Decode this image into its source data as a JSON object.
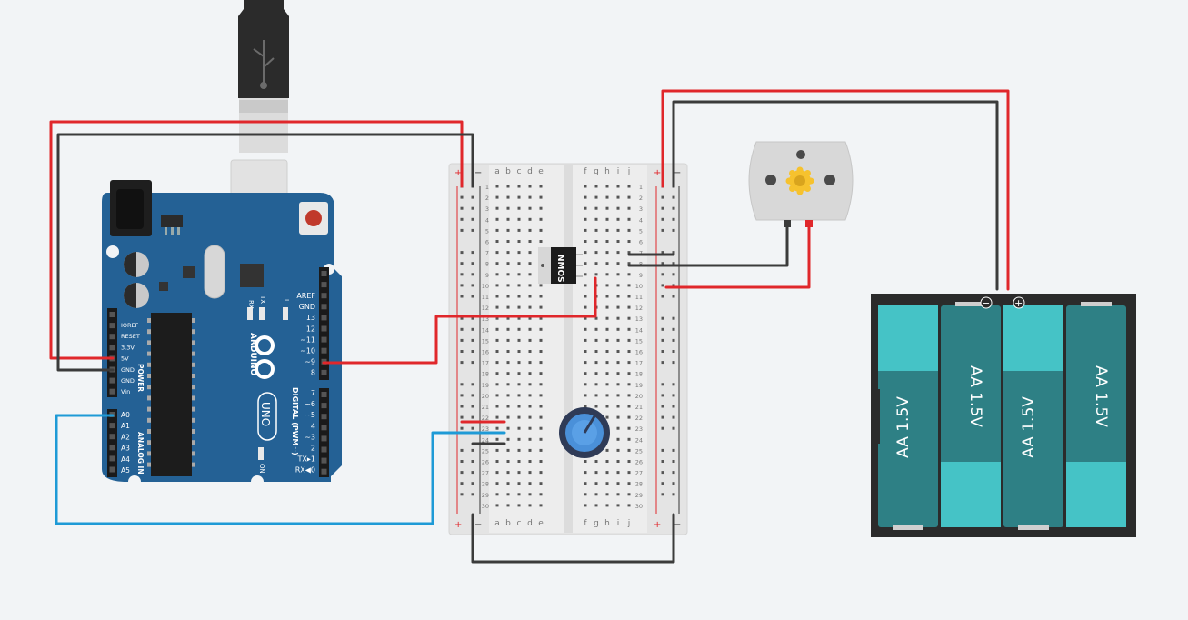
{
  "arduino": {
    "logo_text": "ARDUINO",
    "uno_text": "UNO",
    "power_header": "POWER",
    "analog_header": "ANALOG IN",
    "digital_header": "DIGITAL (PWM~)",
    "on_label": "ON",
    "tx_label": "TX",
    "rx_label": "RX",
    "l_label": "L",
    "power_pins": [
      "IOREF",
      "RESET",
      "3.3V",
      "5V",
      "GND",
      "GND",
      "Vin"
    ],
    "analog_pins": [
      "A0",
      "A1",
      "A2",
      "A3",
      "A4",
      "A5"
    ],
    "digital_top_pins": [
      "AREF",
      "GND",
      "13",
      "12",
      "~11",
      "~10",
      "~9",
      "8"
    ],
    "digital_bottom_pins": [
      "7",
      "~6",
      "~5",
      "4",
      "~3",
      "2",
      "TX▸1",
      "RX◀0"
    ]
  },
  "breadboard": {
    "plus": "+",
    "minus": "−",
    "left_cols": [
      "a",
      "b",
      "c",
      "d",
      "e"
    ],
    "right_cols": [
      "f",
      "g",
      "h",
      "i",
      "j"
    ],
    "row_count": 30
  },
  "chip": {
    "label": "NMOS"
  },
  "motor": {
    "color": "#f6c22e"
  },
  "battery": {
    "cell_labels": [
      "AA 1.5V",
      "AA 1.5V",
      "AA 1.5V",
      "AA 1.5V"
    ],
    "minus_symbol": "−",
    "plus_symbol": "+"
  },
  "wire_colors": {
    "red": "#e0272b",
    "black": "#3b3b3b",
    "blue": "#1e9ad6"
  },
  "icons": [
    "usb-icon",
    "arduino-infinity-logo-icon",
    "motor-gear-icon",
    "potentiometer-knob-icon"
  ]
}
